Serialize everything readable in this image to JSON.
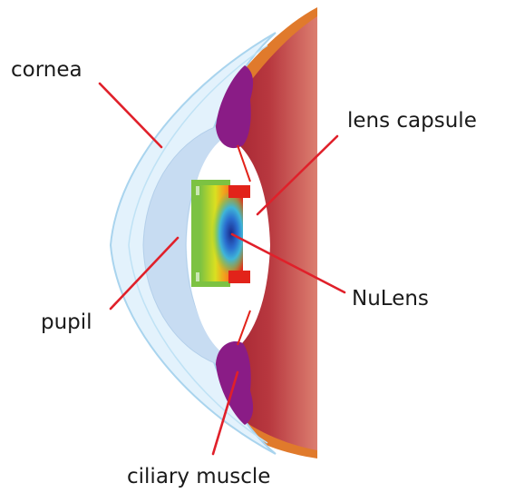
{
  "labels": {
    "cornea": "cornea",
    "lens_capsule": "lens capsule",
    "nulens": "NuLens",
    "pupil": "pupil",
    "ciliary_muscle": "ciliary muscle"
  },
  "colors": {
    "sclera_outer": "#e07a2c",
    "eye_interior_dark": "#a51f30",
    "eye_interior_light": "#d9786e",
    "cornea_fill": "#dcefff",
    "cornea_edge": "#a9d4ee",
    "iris_fill": "#c7dcf2",
    "ciliary_muscle": "#8a1c86",
    "leader_line": "#e0202a"
  }
}
